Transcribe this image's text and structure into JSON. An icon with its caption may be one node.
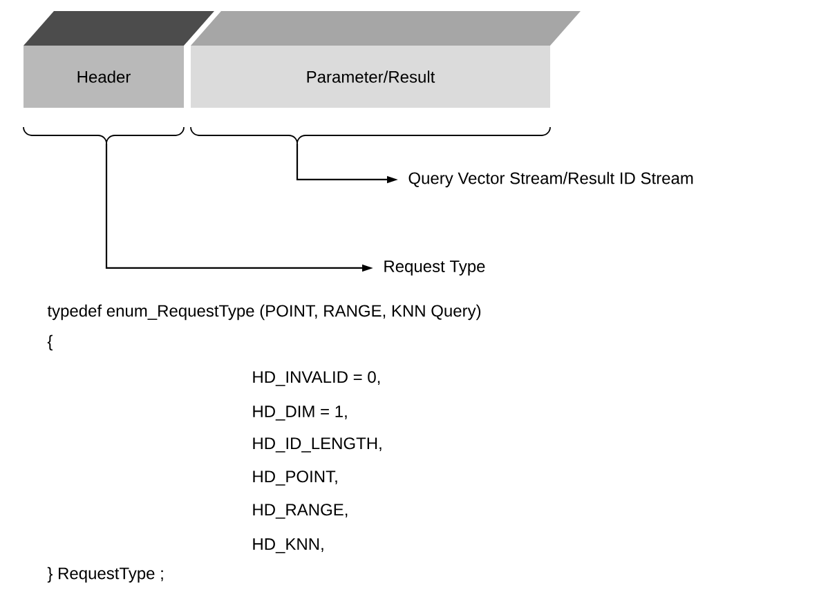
{
  "diagram": {
    "nodes": [
      {
        "text": [
          "Header"
        ]
      },
      {
        "text": [
          "Parameter/Result"
        ]
      },
      {
        "text": [
          "Query Vector Stream/Result ID Stream"
        ]
      },
      {
        "text": [
          "Request Type"
        ]
      }
    ],
    "edges": [
      {
        "from": 1,
        "to": 2,
        "arrow": "to"
      },
      {
        "from": 0,
        "to": 3,
        "arrow": "to"
      }
    ],
    "labels": [
      "typedef enum_RequestType (POINT, RANGE, KNN Query)",
      "{",
      "HD_INVALID = 0,",
      "HD_DIM = 1,",
      "HD_ID_LENGTH,",
      "HD_POINT,",
      "HD_RANGE,",
      "HD_KNN,",
      "} RequestType ;"
    ]
  }
}
